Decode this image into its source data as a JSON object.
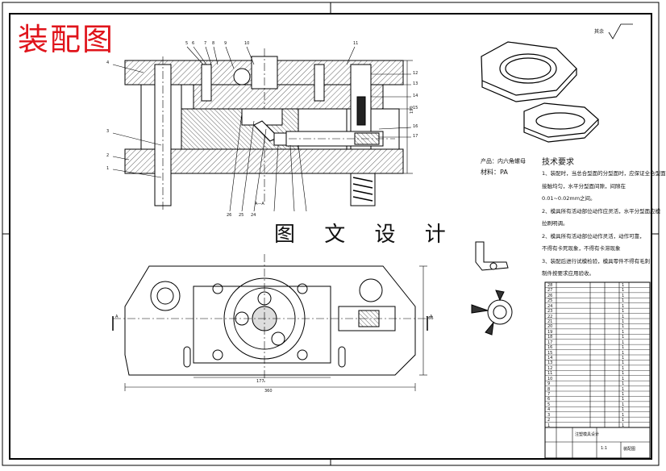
{
  "drawing": {
    "title": "装配图",
    "watermark": "图 文 设 计",
    "roughness": "其余",
    "product_label": "产品：",
    "product_name": "内六角螺母",
    "material_label": "材料：",
    "material_value": "PA",
    "section_label": "A—A",
    "view_arrow": "A"
  },
  "tech_requirements": {
    "heading": "技术要求",
    "lines": [
      "1、装配时，当总合型面的分型面时，应保证全合型面",
      "接触均匀，水平分型面间隙，间隙在",
      "0.01~0.02mm之间。",
      "2、模具所有活动部位动作应灵活，水平分型面应模",
      "拉刷明调。",
      "2、模具所有活动部位动作灵活，动作可靠，",
      "不得有卡死现象，不得有卡滞现象",
      "3、装配后进行试模检验，模具零件不得有毛刺，",
      "制件按要求应用验收。"
    ]
  },
  "dimensions": {
    "height_overall": "190",
    "width_overall": "360",
    "inner_width": "177",
    "height_plan": "166"
  },
  "part_numbers_left": [
    "1",
    "2",
    "3",
    "4"
  ],
  "part_numbers_top": [
    "5",
    "6",
    "7",
    "8",
    "9",
    "10",
    "11"
  ],
  "part_numbers_right": [
    "12",
    "13",
    "14",
    "15",
    "16",
    "17"
  ],
  "part_numbers_bottom": [
    "26",
    "25",
    "24"
  ],
  "bom_rows": [
    {
      "no": "28",
      "qty": "1"
    },
    {
      "no": "27",
      "qty": "1"
    },
    {
      "no": "26",
      "qty": "1"
    },
    {
      "no": "25",
      "qty": "1"
    },
    {
      "no": "24",
      "qty": "1"
    },
    {
      "no": "23",
      "qty": "1"
    },
    {
      "no": "22",
      "qty": "1"
    },
    {
      "no": "21",
      "qty": "1"
    },
    {
      "no": "20",
      "qty": "1"
    },
    {
      "no": "19",
      "qty": "1"
    },
    {
      "no": "18",
      "qty": "1"
    },
    {
      "no": "17",
      "qty": "1"
    },
    {
      "no": "16",
      "qty": "1"
    },
    {
      "no": "15",
      "qty": "1"
    },
    {
      "no": "14",
      "qty": "1"
    },
    {
      "no": "13",
      "qty": "1"
    },
    {
      "no": "12",
      "qty": "1"
    },
    {
      "no": "11",
      "qty": "1"
    },
    {
      "no": "10",
      "qty": "1"
    },
    {
      "no": "9",
      "qty": "1"
    },
    {
      "no": "8",
      "qty": "1"
    },
    {
      "no": "7",
      "qty": "1"
    },
    {
      "no": "6",
      "qty": "1"
    },
    {
      "no": "5",
      "qty": "1"
    },
    {
      "no": "4",
      "qty": "1"
    },
    {
      "no": "3",
      "qty": "1"
    },
    {
      "no": "2",
      "qty": "1"
    },
    {
      "no": "1",
      "qty": "1"
    }
  ],
  "title_block": {
    "name": "注塑模具设计",
    "drawing_name": "装配图",
    "scale": "1:1"
  }
}
